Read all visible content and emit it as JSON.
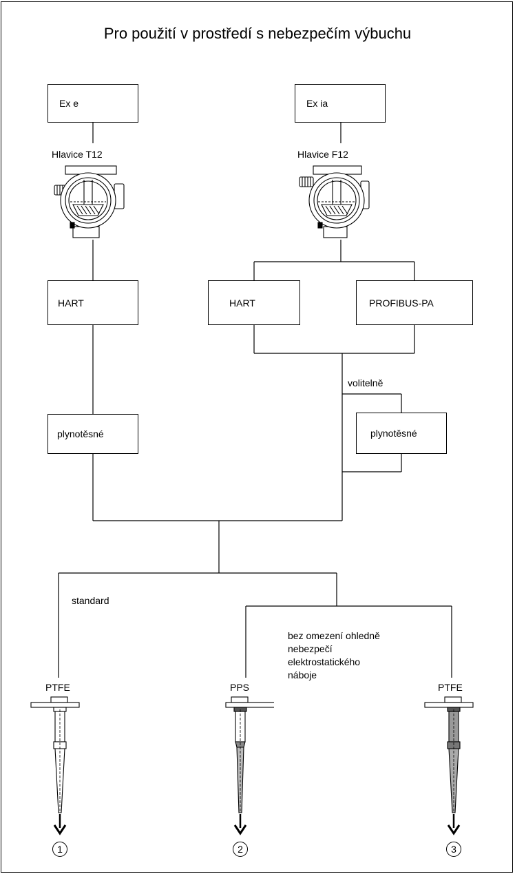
{
  "title": "Pro použití v prostředí s nebezpečím výbuchu",
  "left_branch": {
    "protection": "Ex e",
    "housing": "Hlavice T12",
    "protocol": "HART",
    "option": "plynotěsné"
  },
  "right_branch": {
    "protection": "Ex ia",
    "housing": "Hlavice F12",
    "protocol_1": "HART",
    "protocol_2": "PROFIBUS-PA",
    "optional_label": "volitelně",
    "option": "plynotěsné"
  },
  "rods": {
    "standard_label": "standard",
    "esd_note": [
      "bez omezení ohledně",
      "nebezpečí",
      "elektrostatického",
      "náboje"
    ],
    "items": [
      {
        "label": "PTFE",
        "marker": "1"
      },
      {
        "label": "PPS",
        "marker": "2"
      },
      {
        "label": "PTFE",
        "marker": "3"
      }
    ]
  }
}
